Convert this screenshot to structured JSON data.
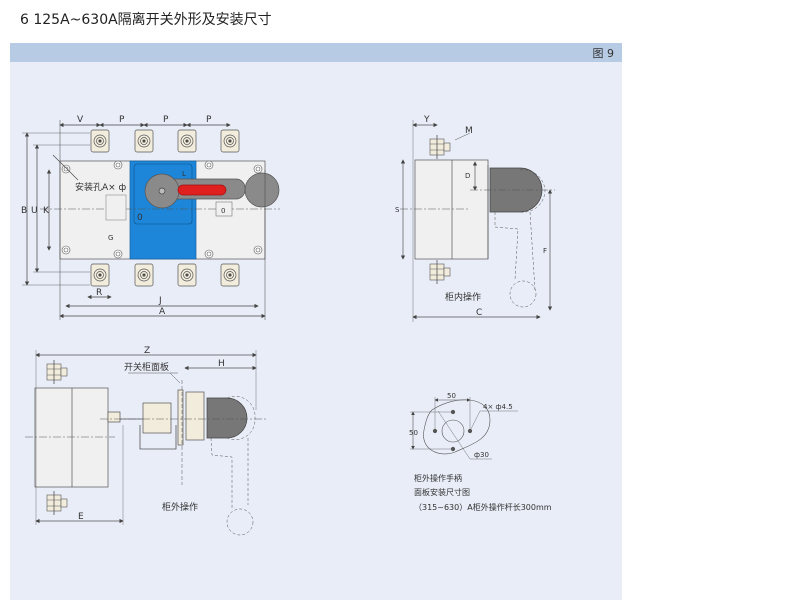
{
  "page_title": "6 125A~630A隔离开关外形及安装尺寸",
  "figure_label": "图 9",
  "colors": {
    "panel_background": "#e8edf7",
    "panel_header": "#b8cbe5",
    "switch_body": "#f0f0f0",
    "handle_panel_blue": "#1d86d8",
    "handle_gray": "#8a8a8a",
    "handle_red": "#e0201f",
    "terminal_cream": "#f2ecdc"
  },
  "front_view": {
    "dims": {
      "V": "V",
      "P1": "P",
      "P2": "P",
      "P3": "P",
      "B": "B",
      "U": "U",
      "K": "K",
      "R": "R",
      "J": "J",
      "A": "A",
      "G": "G",
      "L": "L",
      "O": "0",
      "O2": "0"
    },
    "mounting_hole_label": "安装孔A× ф"
  },
  "side_view_inner": {
    "dims": {
      "Y": "Y",
      "M": "M",
      "D": "D",
      "S": "S",
      "F": "F",
      "C": "C"
    },
    "caption": "柜内操作"
  },
  "side_view_outer": {
    "dims": {
      "Z": "Z",
      "H": "H",
      "E": "E"
    },
    "panel_label": "开关柜面板",
    "caption": "柜外操作"
  },
  "cutout_drawing": {
    "dim_50_h": "50",
    "dim_50_v": "50",
    "holes_label": "4× ф4.5",
    "center_hole_label": "ф30",
    "notes": [
      "柜外操作手柄",
      "面板安装尺寸图",
      "（315~630）A柜外操作杆长300mm"
    ]
  }
}
